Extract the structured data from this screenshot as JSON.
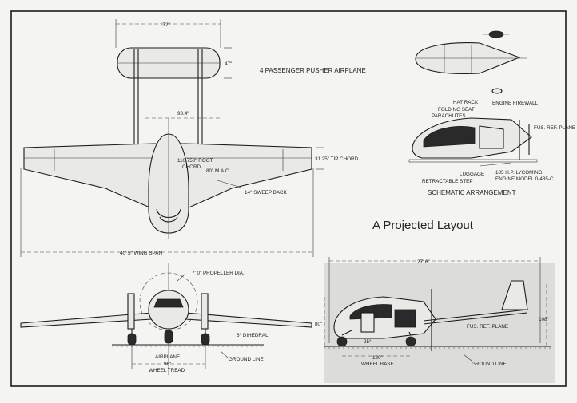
{
  "title": "4 PASSENGER PUSHER AIRPLANE",
  "headline": "A Projected Layout",
  "schematic": {
    "caption": "SCHEMATIC ARRANGEMENT",
    "labels": {
      "hat_rack": "HAT RACK",
      "engine_firewall": "ENGINE FIREWALL",
      "folding_seat": "FOLDING SEAT",
      "parachutes": "PARACHUTES",
      "fus_ref_plane": "FUS. REF. PLANE",
      "luggage": "LUGGAGE",
      "retractable_step": "RETRACTABLE STEP",
      "engine_power": "185 H.P. LYCOMING",
      "engine_model": "ENGINE MODEL 0-435-C"
    }
  },
  "plan_view": {
    "tail_span": "172\"",
    "tail_chord": "47\"",
    "root_span": "93.4\"",
    "root_chord": "110.750\" ROOT",
    "chord_word": "CHORD",
    "mac": "80\" M.A.C.",
    "tip_chord": "31.25\" TIP CHORD",
    "sweep": "14° SWEEP BACK",
    "wing_span": "40' 5\" WING SPAN"
  },
  "front_view": {
    "propeller": "7' 0\" PROPELLER DIA.",
    "dihedral": "6° DIHEDRAL",
    "airplane": "AIRPLANE",
    "tread": "96\"",
    "wheel_tread": "WHEEL TREAD",
    "ground_line": "GROUND LINE"
  },
  "side_view": {
    "length": "27' 6\"",
    "height_left": "80\"",
    "height_right": "108\"",
    "angle": "25°",
    "wheel_base_val": "120\"",
    "wheel_base": "WHEEL BASE",
    "fus_ref_plane": "FUS. REF. PLANE",
    "ground_line": "GROUND LINE"
  }
}
